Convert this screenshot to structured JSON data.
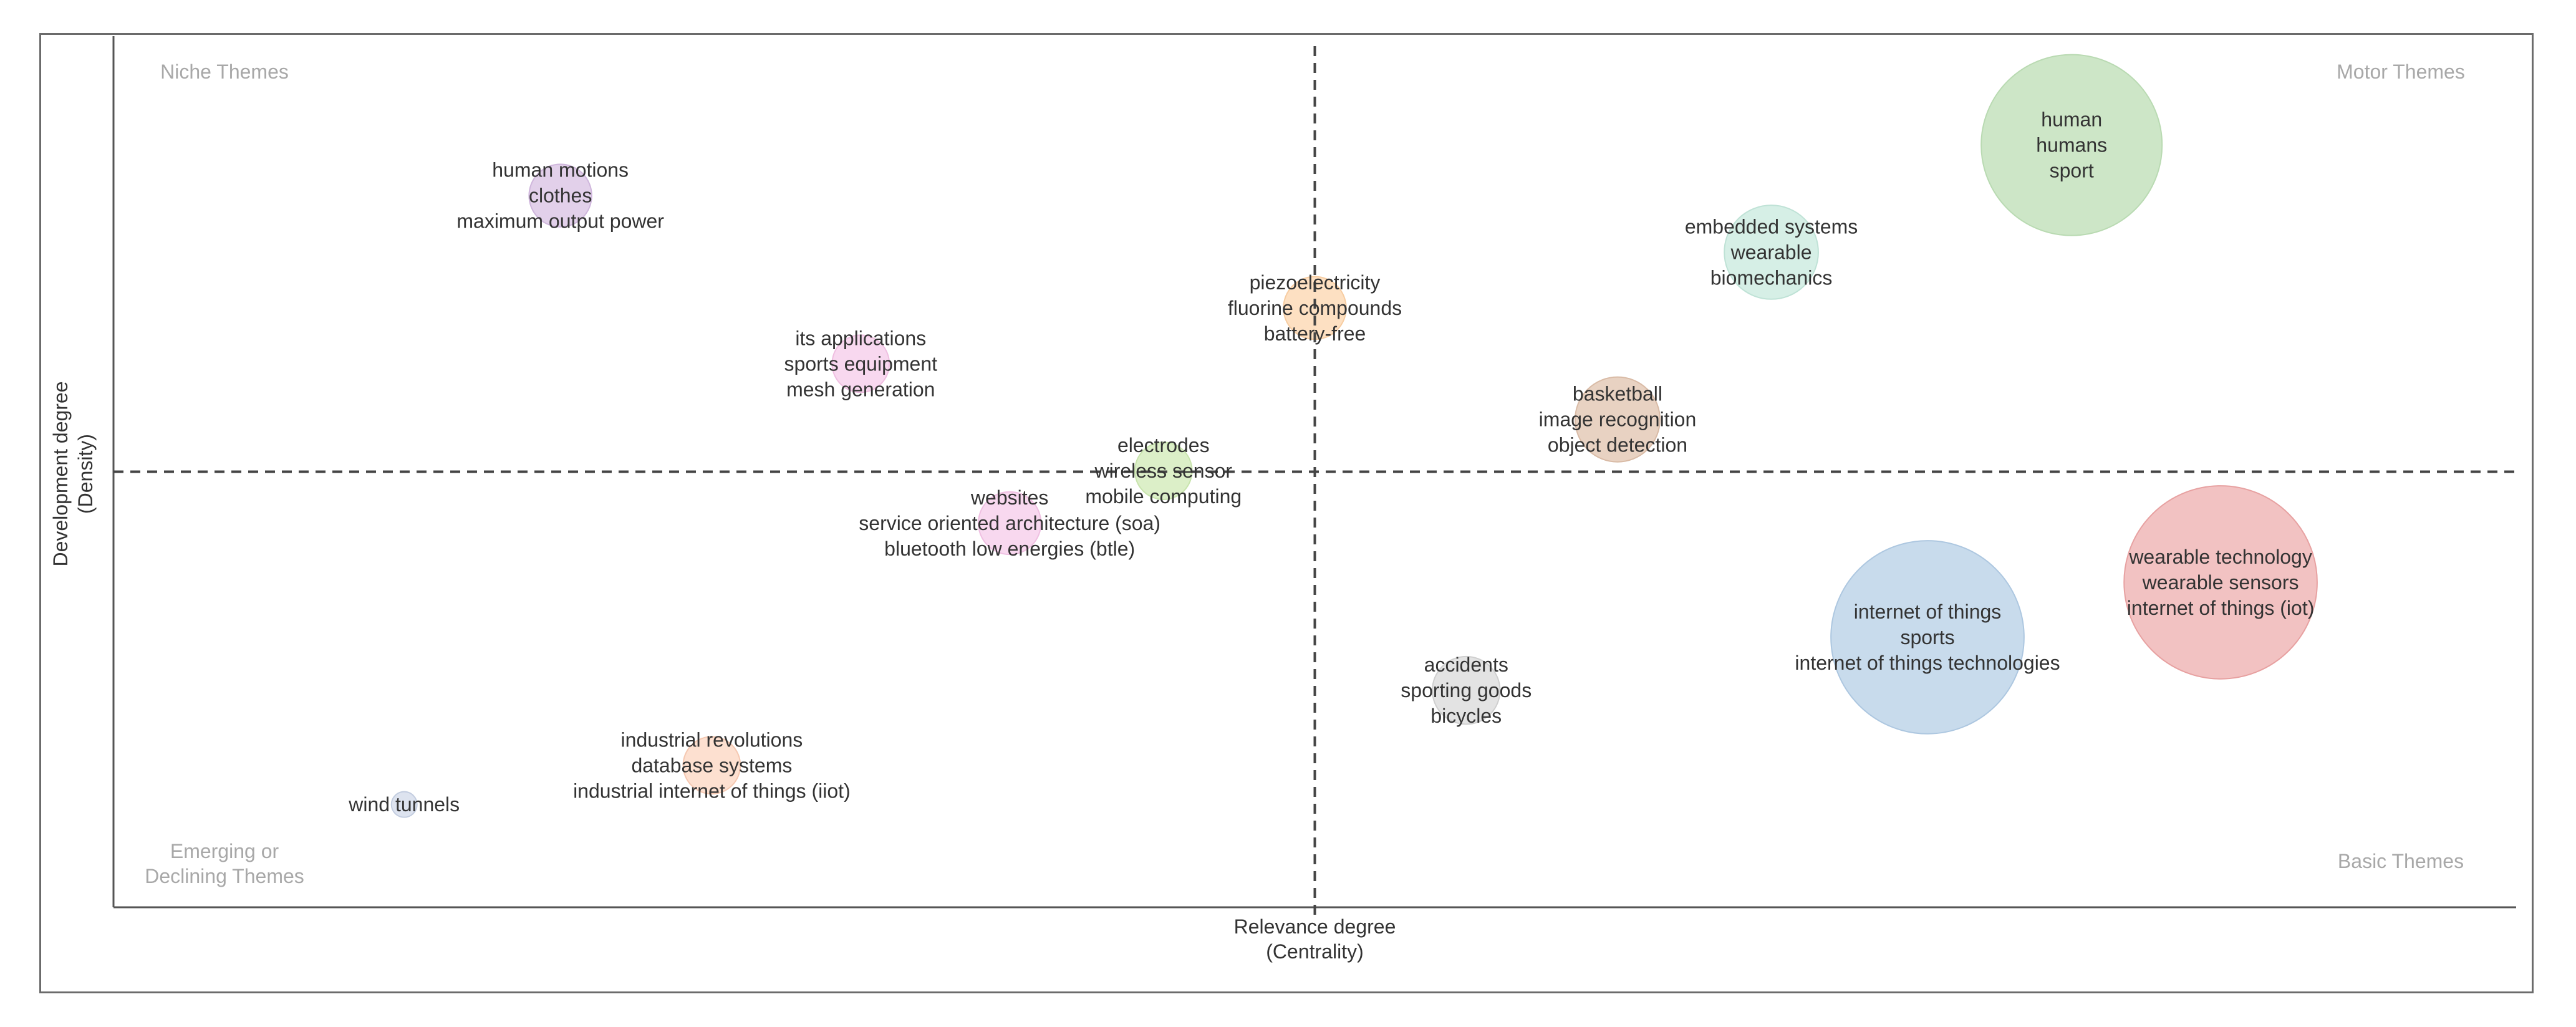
{
  "chart_data": {
    "type": "scatter",
    "xlabel": "Relevance degree\n(Centrality)",
    "ylabel": "Development degree\n(Density)",
    "quadrants": {
      "top_left": "Niche Themes",
      "top_right": "Motor Themes",
      "bottom_left": "Emerging or\nDeclining Themes",
      "bottom_right": "Basic Themes"
    },
    "xlim": [
      0,
      1
    ],
    "ylim": [
      0,
      1
    ],
    "x_mid": 0.5,
    "y_mid": 0.5,
    "grid": false,
    "series": [
      {
        "labels": [
          "human",
          "humans",
          "sport"
        ],
        "x": 0.815,
        "y": 0.875,
        "size": 1.0,
        "color": "#cde6c7",
        "stroke": "#b9dab2"
      },
      {
        "labels": [
          "embedded systems",
          "wearable",
          "biomechanics"
        ],
        "x": 0.69,
        "y": 0.752,
        "size": 0.27,
        "color": "#d6efe6",
        "stroke": "#bfe2d6"
      },
      {
        "labels": [
          "piezoelectricity",
          "fluorine compounds",
          "battery-free"
        ],
        "x": 0.5,
        "y": 0.688,
        "size": 0.12,
        "color": "#fde0c2",
        "stroke": "#f7cda2"
      },
      {
        "labels": [
          "basketball",
          "image recognition",
          "object detection"
        ],
        "x": 0.626,
        "y": 0.56,
        "size": 0.22,
        "color": "#e8d2c2",
        "stroke": "#d9bba6"
      },
      {
        "labels": [
          "electrodes",
          "wireless sensor",
          "mobile computing"
        ],
        "x": 0.437,
        "y": 0.501,
        "size": 0.1,
        "color": "#dcefc8",
        "stroke": "#c8e4ad"
      },
      {
        "labels": [
          "human motions",
          "clothes",
          "maximum output power"
        ],
        "x": 0.186,
        "y": 0.817,
        "size": 0.12,
        "color": "#e2d0ea",
        "stroke": "#cfb6dc"
      },
      {
        "labels": [
          "its applications",
          "sports equipment",
          "mesh generation"
        ],
        "x": 0.311,
        "y": 0.624,
        "size": 0.1,
        "color": "#f8d8ef",
        "stroke": "#efbfe1"
      },
      {
        "labels": [
          "websites",
          "service oriented architecture (soa)",
          "bluetooth low energies (btle)"
        ],
        "x": 0.373,
        "y": 0.441,
        "size": 0.12,
        "color": "#f8d8ef",
        "stroke": "#efbfe1"
      },
      {
        "labels": [
          "wearable technology",
          "wearable sensors",
          "internet of things (iot)"
        ],
        "x": 0.877,
        "y": 0.373,
        "size": 1.14,
        "color": "#f2c2c2",
        "stroke": "#e7a1a1"
      },
      {
        "labels": [
          "internet of things",
          "sports",
          "internet of things technologies"
        ],
        "x": 0.755,
        "y": 0.31,
        "size": 1.14,
        "color": "#c8dbec",
        "stroke": "#adc7e0"
      },
      {
        "labels": [
          "accidents",
          "sporting goods",
          "bicycles"
        ],
        "x": 0.563,
        "y": 0.249,
        "size": 0.14,
        "color": "#e3e3e3",
        "stroke": "#cfcfcf"
      },
      {
        "labels": [
          "industrial revolutions",
          "database systems",
          "industrial internet of things (iiot)"
        ],
        "x": 0.249,
        "y": 0.163,
        "size": 0.1,
        "color": "#fde0d0",
        "stroke": "#f5c8b1"
      },
      {
        "labels": [
          "wind tunnels"
        ],
        "x": 0.121,
        "y": 0.118,
        "size": 0.02,
        "color": "#dde3ef",
        "stroke": "#c3cde0"
      }
    ]
  }
}
